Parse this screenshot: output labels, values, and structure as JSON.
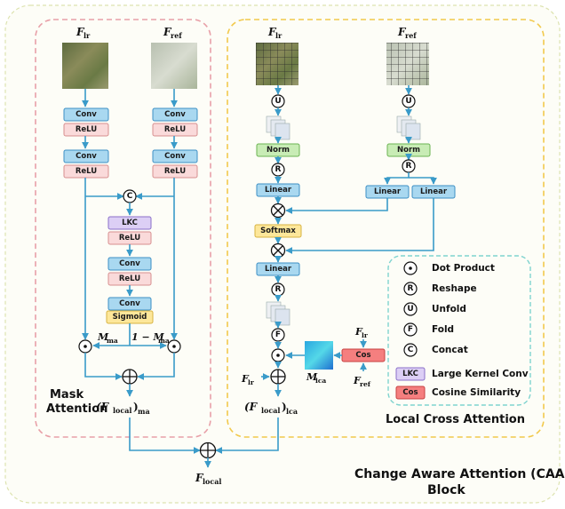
{
  "labels": {
    "f_lr": "F",
    "f_lr_sub": "lr",
    "f_ref": "F",
    "f_ref_sub": "ref",
    "m_ma": "M",
    "m_ma_sub": "ma",
    "one_minus_m_ma": "1 − M",
    "one_minus_sub": "ma",
    "m_lca": "M",
    "m_lca_sub": "lca",
    "f_local_ma": "(F",
    "f_local_ma_sub": "local",
    "f_local_ma_close": ")",
    "f_local_ma_close_sub": "ma",
    "f_local_lca": "(F",
    "f_local_lca_sub": "local",
    "f_local_lca_close": ")",
    "f_local_lca_close_sub": "lca",
    "f_local": "F",
    "f_local_sub": "local"
  },
  "mask_attention": {
    "title_line1": "Mask",
    "title_line2": "Attention",
    "conv": "Conv",
    "relu": "ReLU",
    "lkc": "LKC",
    "sigmoid": "Sigmoid"
  },
  "local_cross_attention": {
    "title": "Local Cross Attention",
    "norm": "Norm",
    "linear": "Linear",
    "softmax": "Softmax",
    "cos": "Cos"
  },
  "operators": {
    "unfold": "U",
    "reshape": "R",
    "fold": "F",
    "concat": "C"
  },
  "legend": {
    "dot_product": "Dot Product",
    "reshape": "Reshape",
    "unfold": "Unfold",
    "fold": "Fold",
    "concat": "Concat",
    "lkc_key": "LKC",
    "lkc_label": "Large Kernel Conv",
    "cos_key": "Cos",
    "cos_label": "Cosine Similarity"
  },
  "caption": {
    "line1": "Change Aware Attention (CAA)",
    "line2": "Block"
  },
  "colors": {
    "conv_fill": "#a9d8f0",
    "conv_stroke": "#3d8fc4",
    "relu_fill": "#fadada",
    "relu_stroke": "#d78f8f",
    "lkc_fill": "#dccff5",
    "lkc_stroke": "#8a6fc9",
    "sigmoid_fill": "#fde79a",
    "sigmoid_stroke": "#d8b340",
    "norm_fill": "#c8ecb5",
    "norm_stroke": "#6cb352",
    "cos_fill": "#f57f7f",
    "cos_stroke": "#c84141",
    "arrow": "#3a9bc9",
    "mask_border": "#e8a0a8",
    "lca_border": "#f2c94c",
    "legend_border": "#7fd3cf",
    "outer_border": "#dde3b0"
  }
}
